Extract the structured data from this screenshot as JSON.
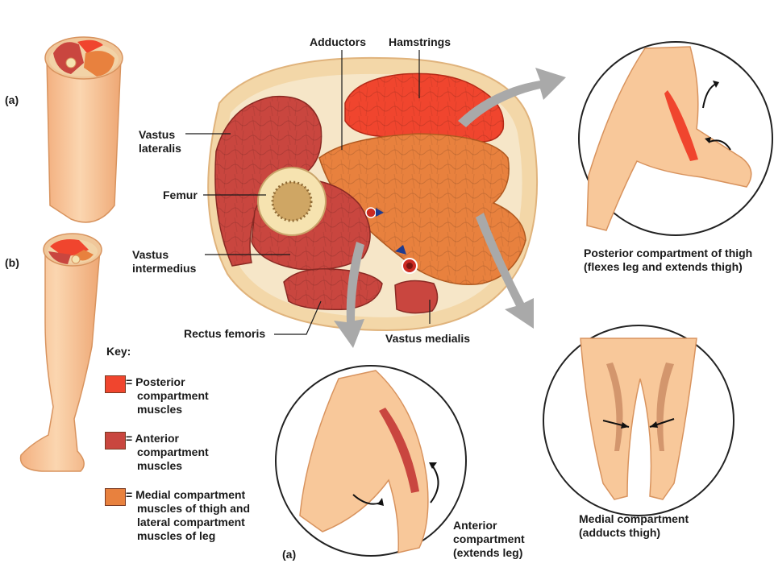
{
  "panel_letters": {
    "a": "(a)",
    "b": "(b)",
    "bottom_a": "(a)"
  },
  "labels": {
    "adductors": "Adductors",
    "hamstrings": "Hamstrings",
    "vastus_lateralis": [
      "Vastus",
      "lateralis"
    ],
    "femur": "Femur",
    "vastus_intermedius": [
      "Vastus",
      "intermedius"
    ],
    "rectus_femoris": "Rectus femoris",
    "vastus_medialis": "Vastus medialis"
  },
  "captions": {
    "posterior": [
      "Posterior compartment of thigh",
      "(flexes leg and extends thigh)"
    ],
    "medial": [
      "Medial compartment",
      "(adducts thigh)"
    ],
    "anterior": [
      "Anterior",
      "compartment",
      "(extends leg)"
    ]
  },
  "key": {
    "title": "Key:",
    "items": [
      {
        "lines": [
          "= Posterior",
          "compartment",
          "muscles"
        ],
        "color": "#f0452e"
      },
      {
        "lines": [
          "= Anterior",
          "compartment",
          "muscles"
        ],
        "color": "#c9463f"
      },
      {
        "lines": [
          "= Medial compartment",
          "muscles of thigh and",
          "lateral compartment",
          "muscles of leg"
        ],
        "color": "#e8813e"
      }
    ]
  },
  "colors": {
    "posterior": "#f0452e",
    "anterior": "#c9463f",
    "medial": "#e8813e",
    "skin": "#f8c89a",
    "fat": "#f3d7a8",
    "bone": "#f6e3b0"
  }
}
